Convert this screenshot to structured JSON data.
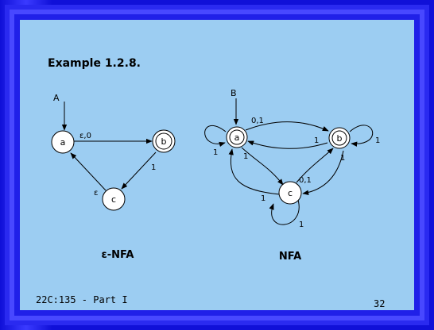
{
  "title": "Example 1.2.8.",
  "enfa": {
    "start_label": "A",
    "states": {
      "a": "a",
      "b": "b",
      "c": "c"
    },
    "edges": {
      "ab": "ε,0",
      "bc": "1",
      "ca": "ε"
    },
    "caption": "ε-NFA"
  },
  "nfa": {
    "start_label": "B",
    "states": {
      "a": "a",
      "b": "b",
      "c": "c"
    },
    "edges": {
      "a_loop": "1",
      "ab": "0,1",
      "ba": "1",
      "b_loop": "1",
      "ac": "1",
      "ca": "1",
      "bc": "1",
      "cb": "0,1",
      "c_loop": "1"
    },
    "caption": "NFA"
  },
  "footer": {
    "course": "22C:135 - Part I",
    "page": "32"
  }
}
